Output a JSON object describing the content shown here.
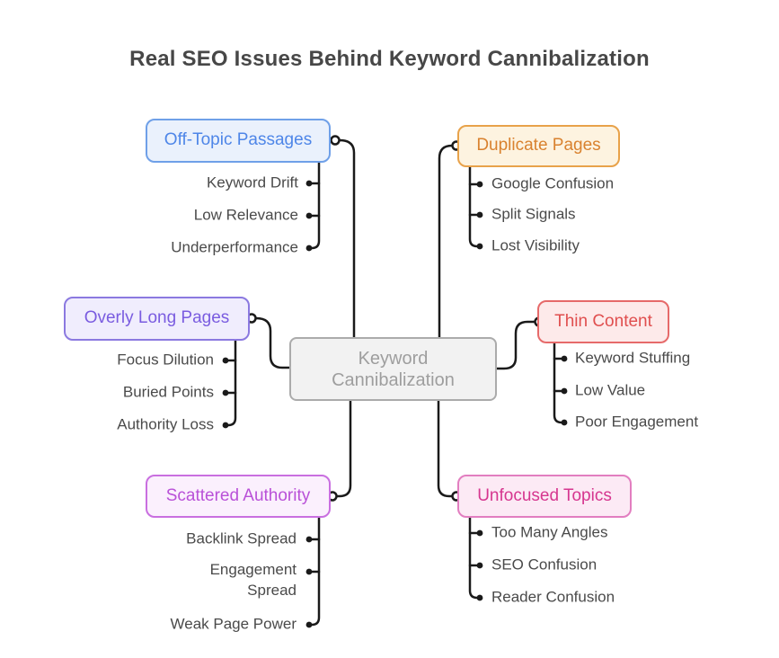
{
  "title": "Real SEO Issues Behind Keyword Cannibalization",
  "title_color": "#474747",
  "connector_color": "#1a1a1a",
  "child_text_color": "#4a4a4a",
  "center_node": {
    "label": "Keyword Cannibalization",
    "bg_color": "#f2f2f2",
    "border_color": "#ababab",
    "text_color": "#9e9e9e"
  },
  "branches": [
    {
      "id": "off-topic-passages",
      "label": "Off-Topic Passages",
      "side": "left",
      "text_color": "#4e86e8",
      "border_color": "#6fa0e8",
      "bg_color": "#eaf1fc",
      "children": [
        "Keyword Drift",
        "Low Relevance",
        "Underperformance"
      ]
    },
    {
      "id": "duplicate-pages",
      "label": "Duplicate Pages",
      "side": "right",
      "text_color": "#d9822f",
      "border_color": "#e8a24a",
      "bg_color": "#fdf3e0",
      "children": [
        "Google Confusion",
        "Split Signals",
        "Lost Visibility"
      ]
    },
    {
      "id": "overly-long-pages",
      "label": "Overly Long Pages",
      "side": "left",
      "text_color": "#7a5ce0",
      "border_color": "#8b79e0",
      "bg_color": "#f0edfd",
      "children": [
        "Focus Dilution",
        "Buried Points",
        "Authority Loss"
      ]
    },
    {
      "id": "thin-content",
      "label": "Thin Content",
      "side": "right",
      "text_color": "#e04f4f",
      "border_color": "#e66a6a",
      "bg_color": "#fdeaea",
      "children": [
        "Keyword Stuffing",
        "Low Value",
        "Poor Engagement"
      ]
    },
    {
      "id": "scattered-authority",
      "label": "Scattered Authority",
      "side": "left",
      "text_color": "#b951d8",
      "border_color": "#c96fe0",
      "bg_color": "#fbf0fd",
      "children": [
        "Backlink Spread",
        "Engagement Spread",
        "Weak Page Power"
      ]
    },
    {
      "id": "unfocused-topics",
      "label": "Unfocused Topics",
      "side": "right",
      "text_color": "#d6368f",
      "border_color": "#e27ec0",
      "bg_color": "#fceaf5",
      "children": [
        "Too Many Angles",
        "SEO Confusion",
        "Reader Confusion"
      ]
    }
  ]
}
